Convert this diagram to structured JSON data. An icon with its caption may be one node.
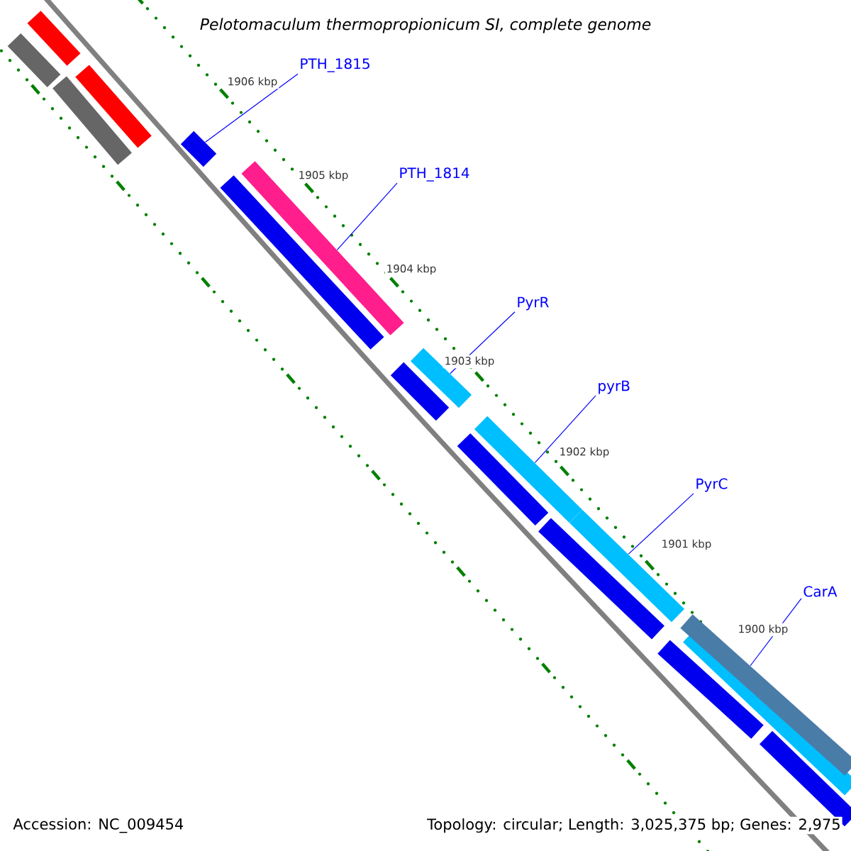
{
  "diagram": {
    "title": "Pelotomaculum thermopropionicum SI, complete genome",
    "nodes": [
      {
        "text": [
          "PTH_1815"
        ]
      },
      {
        "text": [
          "PTH_1814"
        ]
      },
      {
        "text": [
          "PyrR"
        ]
      },
      {
        "text": [
          "pyrB"
        ]
      },
      {
        "text": [
          "PyrC"
        ]
      },
      {
        "text": [
          "CarA"
        ]
      },
      {
        "text": [],
        "shape": "bar"
      },
      {
        "text": [],
        "shape": "bar"
      },
      {
        "text": [],
        "shape": "bar"
      },
      {
        "text": [],
        "shape": "bar"
      },
      {
        "text": [],
        "shape": "bar"
      },
      {
        "text": [],
        "shape": "bar"
      }
    ],
    "edges": [
      {
        "from": 0,
        "to": 6,
        "arrow": "none"
      },
      {
        "from": 1,
        "to": 7,
        "arrow": "none"
      },
      {
        "from": 2,
        "to": 8,
        "arrow": "none"
      },
      {
        "from": 3,
        "to": 9,
        "arrow": "none"
      },
      {
        "from": 4,
        "to": 10,
        "arrow": "none"
      },
      {
        "from": 5,
        "to": 11,
        "arrow": "none"
      }
    ],
    "labels": [
      "1906 kbp",
      "1905 kbp",
      "1904 kbp",
      "1903 kbp",
      "1902 kbp",
      "1901 kbp",
      "1900 kbp",
      "Accession: NC_009454",
      "Topology: circular; Length: 3,025,375 bp; Genes: 2,975"
    ]
  }
}
